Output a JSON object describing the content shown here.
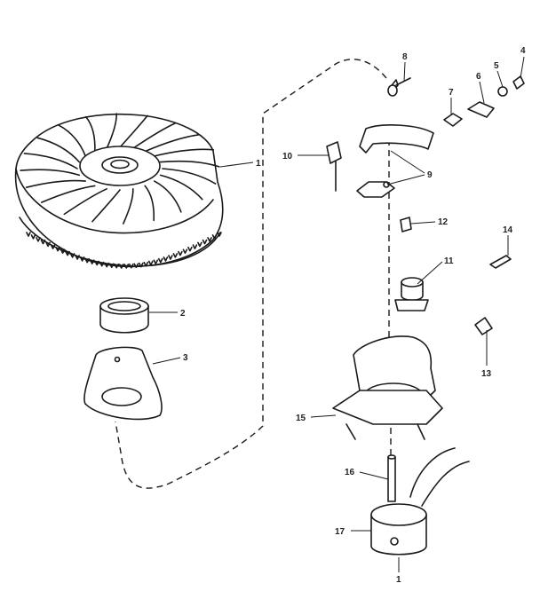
{
  "callouts": [
    {
      "id": "flywheel",
      "text": "1"
    },
    {
      "id": "sleeve",
      "text": "2"
    },
    {
      "id": "plate",
      "text": "3"
    },
    {
      "id": "nut-4",
      "text": "4"
    },
    {
      "id": "washer-5",
      "text": "5"
    },
    {
      "id": "terminal-6",
      "text": "6"
    },
    {
      "id": "clip-7",
      "text": "7"
    },
    {
      "id": "screw-8",
      "text": "8"
    },
    {
      "id": "points-9",
      "text": "9"
    },
    {
      "id": "screw-10",
      "text": "10"
    },
    {
      "id": "condenser-11",
      "text": "11"
    },
    {
      "id": "screw-12",
      "text": "12"
    },
    {
      "id": "cover-13",
      "text": "13"
    },
    {
      "id": "clip-14",
      "text": "14"
    },
    {
      "id": "stator-15",
      "text": "15"
    },
    {
      "id": "plunger-16",
      "text": "16"
    },
    {
      "id": "coil-17",
      "text": "17"
    },
    {
      "id": "coil-bottom",
      "text": "1"
    }
  ]
}
